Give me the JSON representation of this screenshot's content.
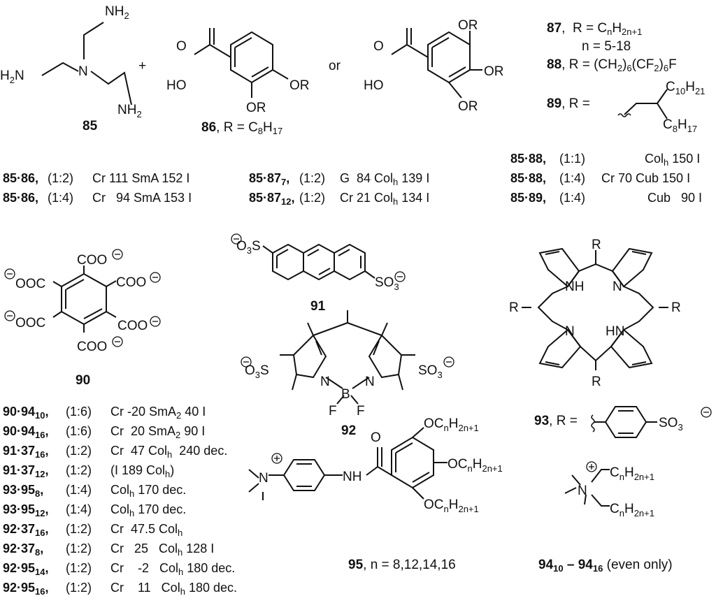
{
  "compounds": {
    "c85": "85",
    "c86": "86",
    "c86_rest": ", R = C8H17",
    "c87": "87",
    "c87_rest": ",  R = CnH2n+1",
    "c87_n": "n = 5-18",
    "c88": "88",
    "c88_rest": ", R = (CH2)6(CF2)6F",
    "c89": "89",
    "c89_rest": ", R =",
    "c90": "90",
    "c91": "91",
    "c92": "92",
    "c93": "93",
    "c93_rest": ", R =",
    "c95": "95",
    "c95_rest": ", n = 8,12,14,16",
    "c94_range": "9410 – 9416",
    "c94_note": "(even only)"
  },
  "reaction": {
    "plus": "+",
    "or": "or"
  },
  "atom_labels": {
    "NH2": "NH2",
    "H2N": "H2N",
    "N": "N",
    "OR": "OR",
    "O": "O",
    "HO": "HO",
    "C10H21": "C10H21",
    "C8H17": "C8H17",
    "COO": "COO",
    "OOC": "OOC",
    "O3S": "O3S",
    "SO3": "SO3",
    "NH": "NH",
    "HN": "HN",
    "B": "B",
    "F": "F",
    "R": "R",
    "OCnH2n+1": "OCnH2n+1",
    "CnH2n+1": "CnH2n+1"
  },
  "phase_table_top": [
    {
      "complex": "85·86,",
      "ratio": "(1:2)",
      "phases": "Cr 111 SmA 152 I"
    },
    {
      "complex": "85·86,",
      "ratio": "(1:4)",
      "phases": "Cr   94 SmA 153 I"
    },
    {
      "complex": "85·877,",
      "ratio": "(1:2)",
      "phases": "G  84 Colh 139 I"
    },
    {
      "complex": "85·8712,",
      "ratio": "(1:2)",
      "phases": "Cr 21 Colh 134 I"
    },
    {
      "complex": "85·88,",
      "ratio": "(1:1)",
      "phases": "Colh 150 I"
    },
    {
      "complex": "85·88,",
      "ratio": "(1:4)",
      "phases": "Cr 70 Cub 150 I"
    },
    {
      "complex": "85·89,",
      "ratio": "(1:4)",
      "phases": "Cub   90 I"
    }
  ],
  "phase_table_bottom": [
    {
      "complex": "90·9410,",
      "ratio": "(1:6)",
      "phases": "Cr -20 SmA2 40 I"
    },
    {
      "complex": "90·9416,",
      "ratio": "(1:6)",
      "phases": "Cr  20 SmA2 90 I"
    },
    {
      "complex": "91·3716,",
      "ratio": "(1:2)",
      "phases": "Cr  47 Colh  240 dec."
    },
    {
      "complex": "91·3712,",
      "ratio": "(1:2)",
      "phases": "(I 189 Colh)"
    },
    {
      "complex": "93·958,",
      "ratio": "(1:4)",
      "phases": "Colh 170 dec."
    },
    {
      "complex": "93·9512,",
      "ratio": "(1:4)",
      "phases": "Colh 170 dec."
    },
    {
      "complex": "92·3716,",
      "ratio": "(1:2)",
      "phases": "Cr  47.5 Colh"
    },
    {
      "complex": "92·378,",
      "ratio": "(1:2)",
      "phases": "Cr  25  Colh 128 I"
    },
    {
      "complex": "92·9514,",
      "ratio": "(1:2)",
      "phases": "Cr  -2  Colh 180 dec."
    },
    {
      "complex": "92·9516,",
      "ratio": "(1:2)",
      "phases": "Cr  11  Colh 180 dec."
    }
  ]
}
